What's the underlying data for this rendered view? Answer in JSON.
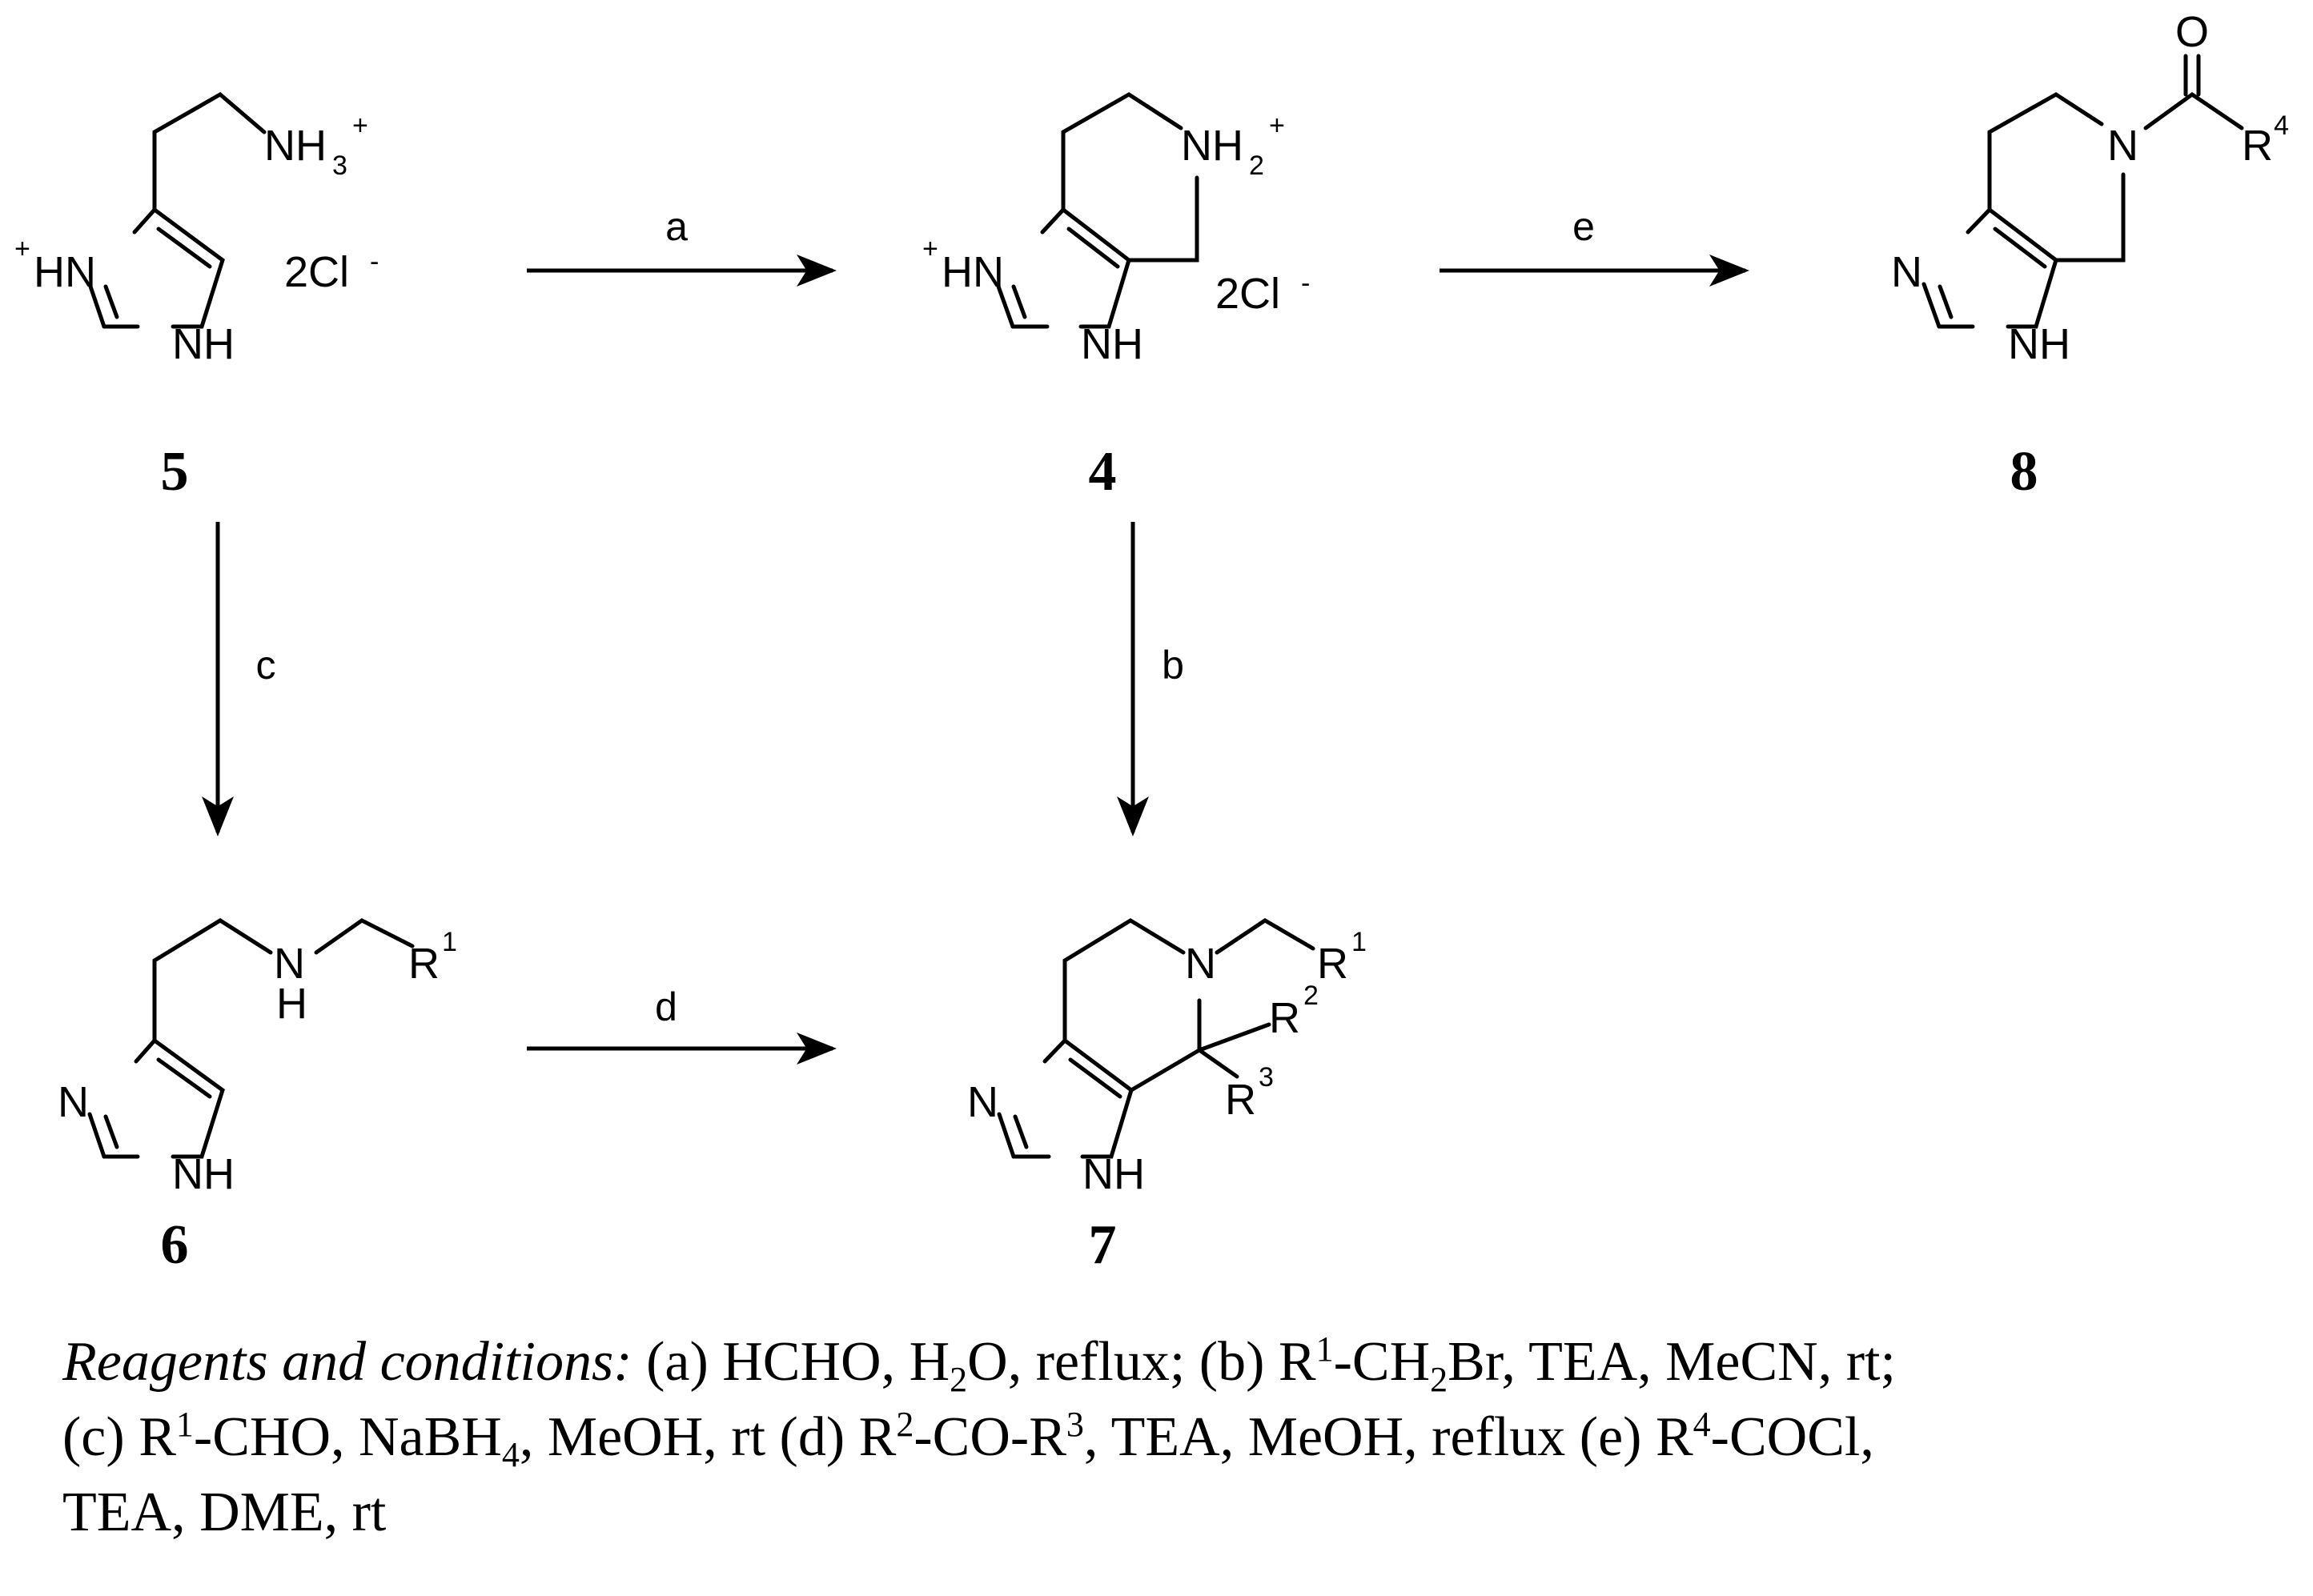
{
  "atoms": {
    "nh3": "NH",
    "nh3_sub": "3",
    "plus": "+",
    "hn_plus": "+",
    "hn": "HN",
    "n": "N",
    "nh": "NH",
    "nh2": "NH",
    "nh2_sub": "2",
    "cl": "2Cl",
    "cl_minus": "-",
    "o": "O",
    "r": "R",
    "h": "H",
    "one": "1",
    "two": "2",
    "three": "3",
    "four": "4"
  },
  "compounds": {
    "c5": "5",
    "c4": "4",
    "c8": "8",
    "c6": "6",
    "c7": "7"
  },
  "steps": {
    "a": "a",
    "b": "b",
    "c": "c",
    "d": "d",
    "e": "e"
  },
  "conditions": {
    "heading": "Reagents and conditions:",
    "a": "(a) HCHO, H",
    "a_sub": "2",
    "a_end": "O, reflux;",
    "b": "(b) R",
    "b_sup": "1",
    "b_mid": "-CH",
    "b_sub": "2",
    "b_end": "Br, TEA, MeCN, rt;",
    "c": "(c) R",
    "c_sup": "1",
    "c_mid": "-CHO, NaBH",
    "c_sub": "4",
    "c_end": ", MeOH, rt",
    "d": "(d) R",
    "d_sup1": "2",
    "d_mid": "-CO-R",
    "d_sup2": "3",
    "d_end": ", TEA, MeOH, reflux",
    "e": "(e) R",
    "e_sup": "4",
    "e_end": "-COCl,",
    "line3": "TEA, DME, rt"
  }
}
